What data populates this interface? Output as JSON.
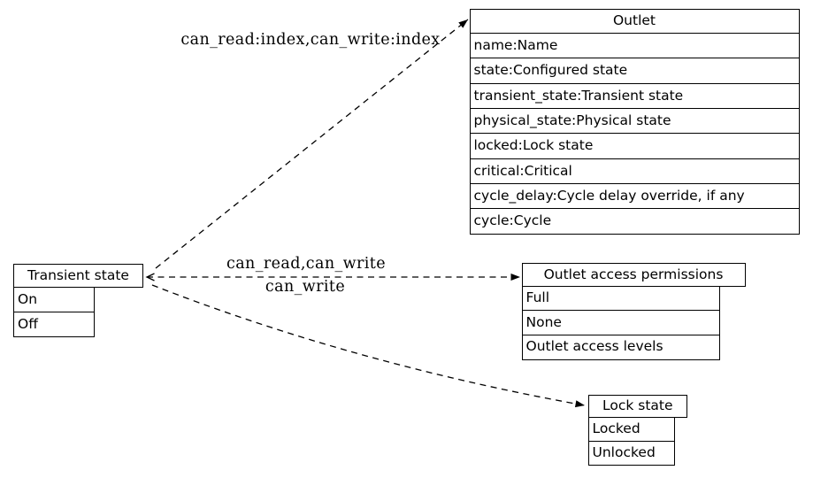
{
  "diagram": {
    "background_color": "#ffffff",
    "line_color": "#000000",
    "nodes": {
      "outlet": {
        "title": "Outlet",
        "rows": [
          "name:Name",
          "state:Configured state",
          "transient_state:Transient state",
          "physical_state:Physical state",
          "locked:Lock state",
          "critical:Critical",
          "cycle_delay:Cycle delay override, if any",
          "cycle:Cycle"
        ]
      },
      "transient_state": {
        "title": "Transient state",
        "rows": [
          "On",
          "Off"
        ]
      },
      "outlet_access_permissions": {
        "title": "Outlet access permissions",
        "rows": [
          "Full",
          "None",
          "Outlet access levels"
        ]
      },
      "lock_state": {
        "title": "Lock state",
        "rows": [
          "Locked",
          "Unlocked"
        ]
      }
    },
    "edges": [
      {
        "from": "transient_state",
        "to": "outlet",
        "label": "can_read:index,can_write:index",
        "style": "dashed",
        "arrowhead": "filled"
      },
      {
        "from": "transient_state",
        "to": "outlet_access_permissions",
        "label": "can_read,can_write",
        "style": "dashed",
        "arrowhead": "filled-forward-open-back"
      },
      {
        "from": "transient_state",
        "to": "lock_state",
        "label": "can_write",
        "style": "dashed",
        "arrowhead": "filled"
      }
    ]
  }
}
